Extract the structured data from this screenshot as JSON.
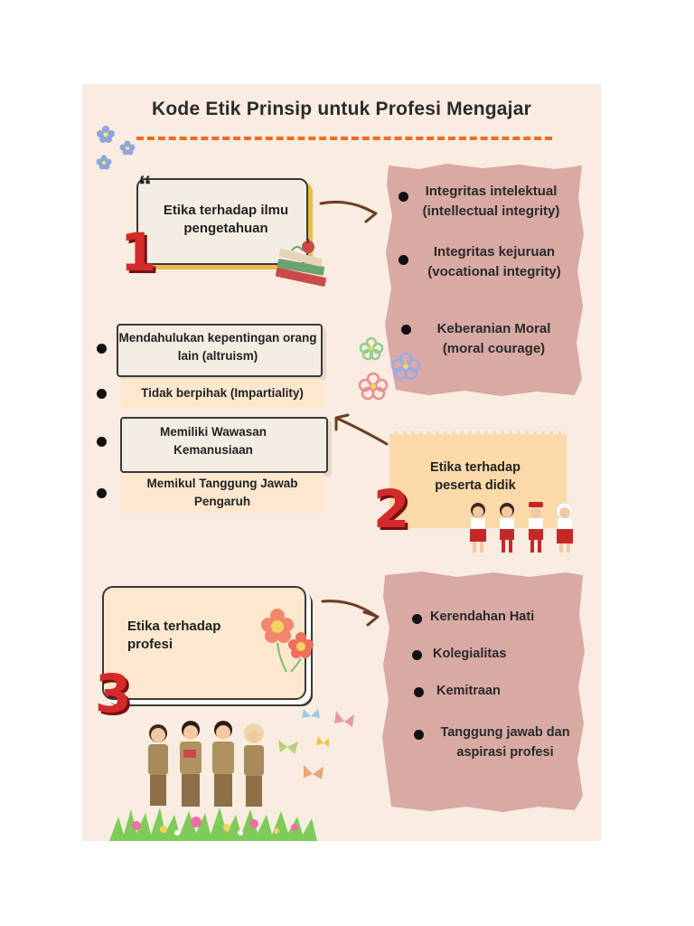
{
  "title": "Kode Etik Prinsip untuk Profesi Mengajar",
  "section1": {
    "number": "1",
    "quote_mark": "“",
    "heading": "Etika terhadap ilmu pengetahuan",
    "items": [
      "Integritas intelektual (intellectual integrity)",
      "Integritas kejuruan (vocational integrity)",
      "Keberanian Moral (moral courage)"
    ]
  },
  "section2": {
    "number": "2",
    "heading": "Etika terhadap peserta didik",
    "items": [
      "Mendahulukan kepentingan orang lain (altruism)",
      "Tidak berpihak (Impartiality)",
      "Memiliki Wawasan Kemanusiaan",
      "Memikul Tanggung Jawab Pengaruh"
    ]
  },
  "section3": {
    "number": "3",
    "heading": "Etika terhadap profesi",
    "items": [
      "Kerendahan Hati",
      "Kolegialitas",
      "Kemitraan",
      "Tanggung jawab dan aspirasi profesi"
    ]
  },
  "colors": {
    "background": "#f9ece0",
    "accent_dash": "#f36b21",
    "torn_panel": "#d9a9a4",
    "number_red": "#d42a2a",
    "card_shadow": "#f0b84a"
  }
}
